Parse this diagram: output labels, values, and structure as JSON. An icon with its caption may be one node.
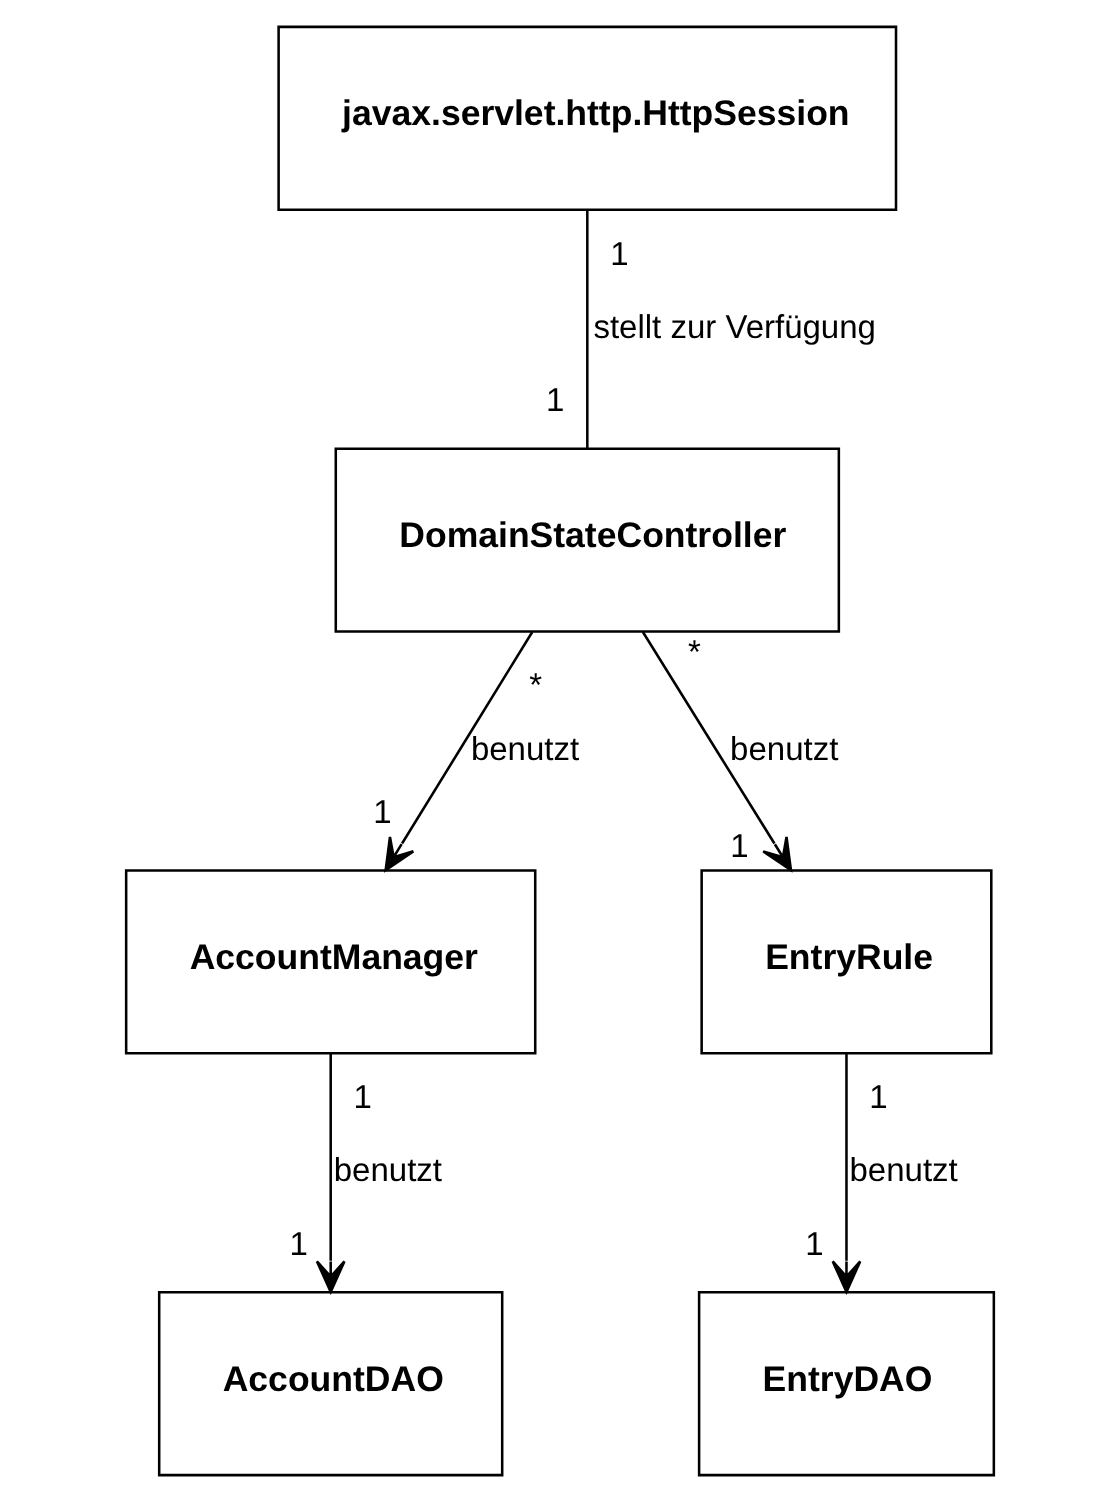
{
  "diagram": {
    "nodes": [
      {
        "text": [
          "javax.servlet.http.HttpSession"
        ]
      },
      {
        "text": [
          "DomainStateController"
        ]
      },
      {
        "text": [
          "AccountManager"
        ]
      },
      {
        "text": [
          "EntryRule"
        ]
      },
      {
        "text": [
          "AccountDAO"
        ]
      },
      {
        "text": [
          "EntryDAO"
        ]
      }
    ],
    "edges": [
      {
        "from": 0,
        "to": 1,
        "arrow": "none",
        "label": "stellt zur Verfügung"
      },
      {
        "from": 1,
        "to": 2,
        "arrow": "to",
        "label": "benutzt"
      },
      {
        "from": 1,
        "to": 3,
        "arrow": "to",
        "label": "benutzt"
      },
      {
        "from": 2,
        "to": 4,
        "arrow": "to",
        "label": "benutzt"
      },
      {
        "from": 3,
        "to": 5,
        "arrow": "to",
        "label": "benutzt"
      }
    ],
    "labels": [
      "1",
      "1",
      "*",
      "*",
      "1",
      "1",
      "1",
      "1",
      "1",
      "1"
    ]
  }
}
